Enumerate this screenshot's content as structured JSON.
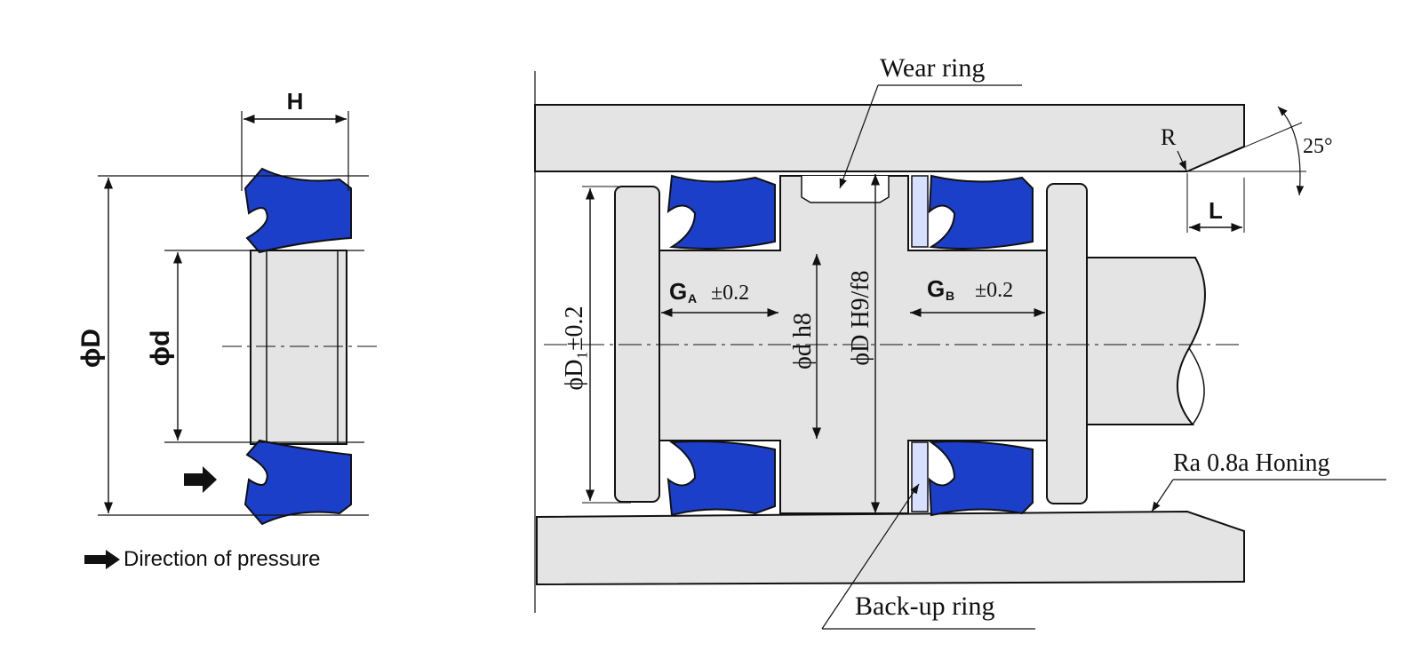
{
  "colors": {
    "seal": "#1c3fc9",
    "metal_fill": "#e4e4e4",
    "line": "#111111"
  },
  "left_view": {
    "label_H": "H",
    "label_phiD": "ϕD",
    "label_phid": "ϕd",
    "pressure_icon": "arrow-right-icon",
    "caption": "Direction of pressure"
  },
  "assembly": {
    "wear_ring": "Wear ring",
    "backup_ring": "Back-up ring",
    "honing": "Ra 0.8a Honing",
    "label_R": "R",
    "label_angle": "25°",
    "label_L": "L",
    "label_GA": "G",
    "label_GA_sub": "A",
    "tol_GA": "±0.2",
    "label_GB": "G",
    "label_GB_sub": "B",
    "tol_GB": "±0.2",
    "label_D1": "ϕD₁±0.2",
    "label_dh8": "ϕd h8",
    "label_DH9": "ϕD H9/f8"
  }
}
